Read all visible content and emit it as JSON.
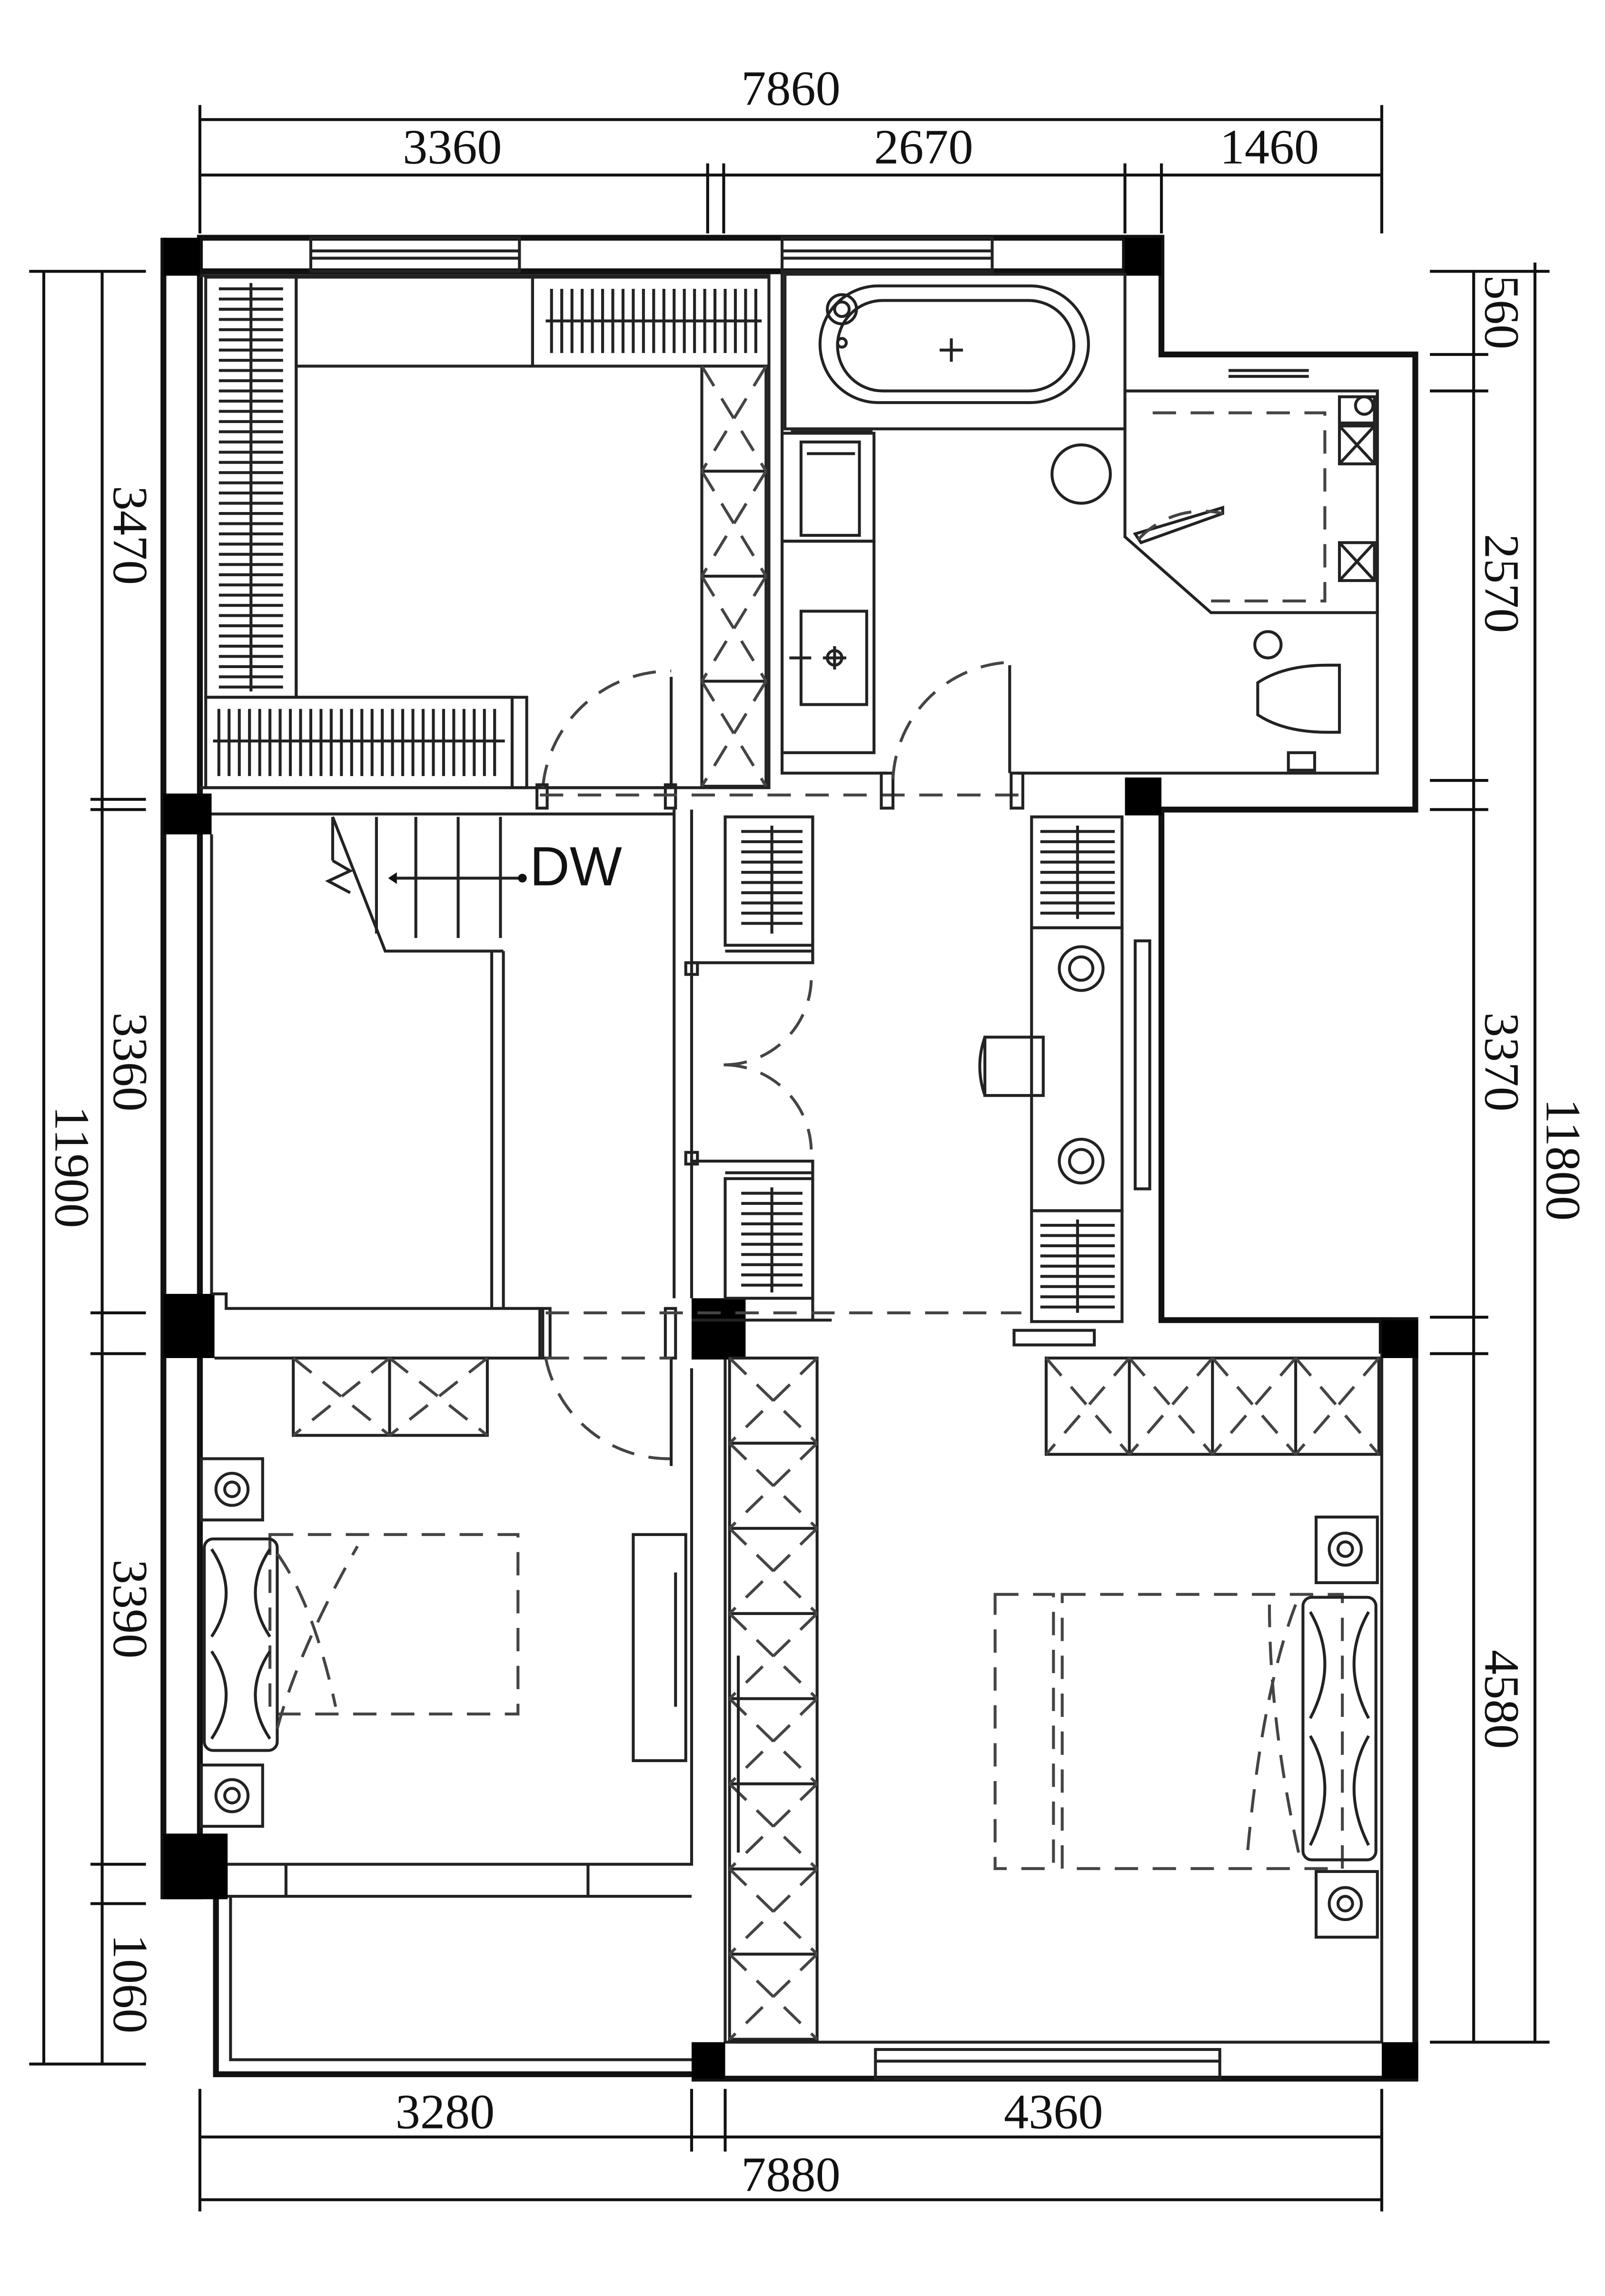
{
  "dimensions": {
    "top_total": "7860",
    "top_segments": [
      "3360",
      "2670",
      "1460"
    ],
    "bottom_segments": [
      "3280",
      "4360"
    ],
    "bottom_total": "7880",
    "left_total": "11900",
    "left_segments": [
      "3470",
      "3360",
      "3390",
      "1060"
    ],
    "right_total": "11800",
    "right_segments": [
      "560",
      "2570",
      "3370",
      "4580"
    ]
  },
  "stair_label": "DW"
}
